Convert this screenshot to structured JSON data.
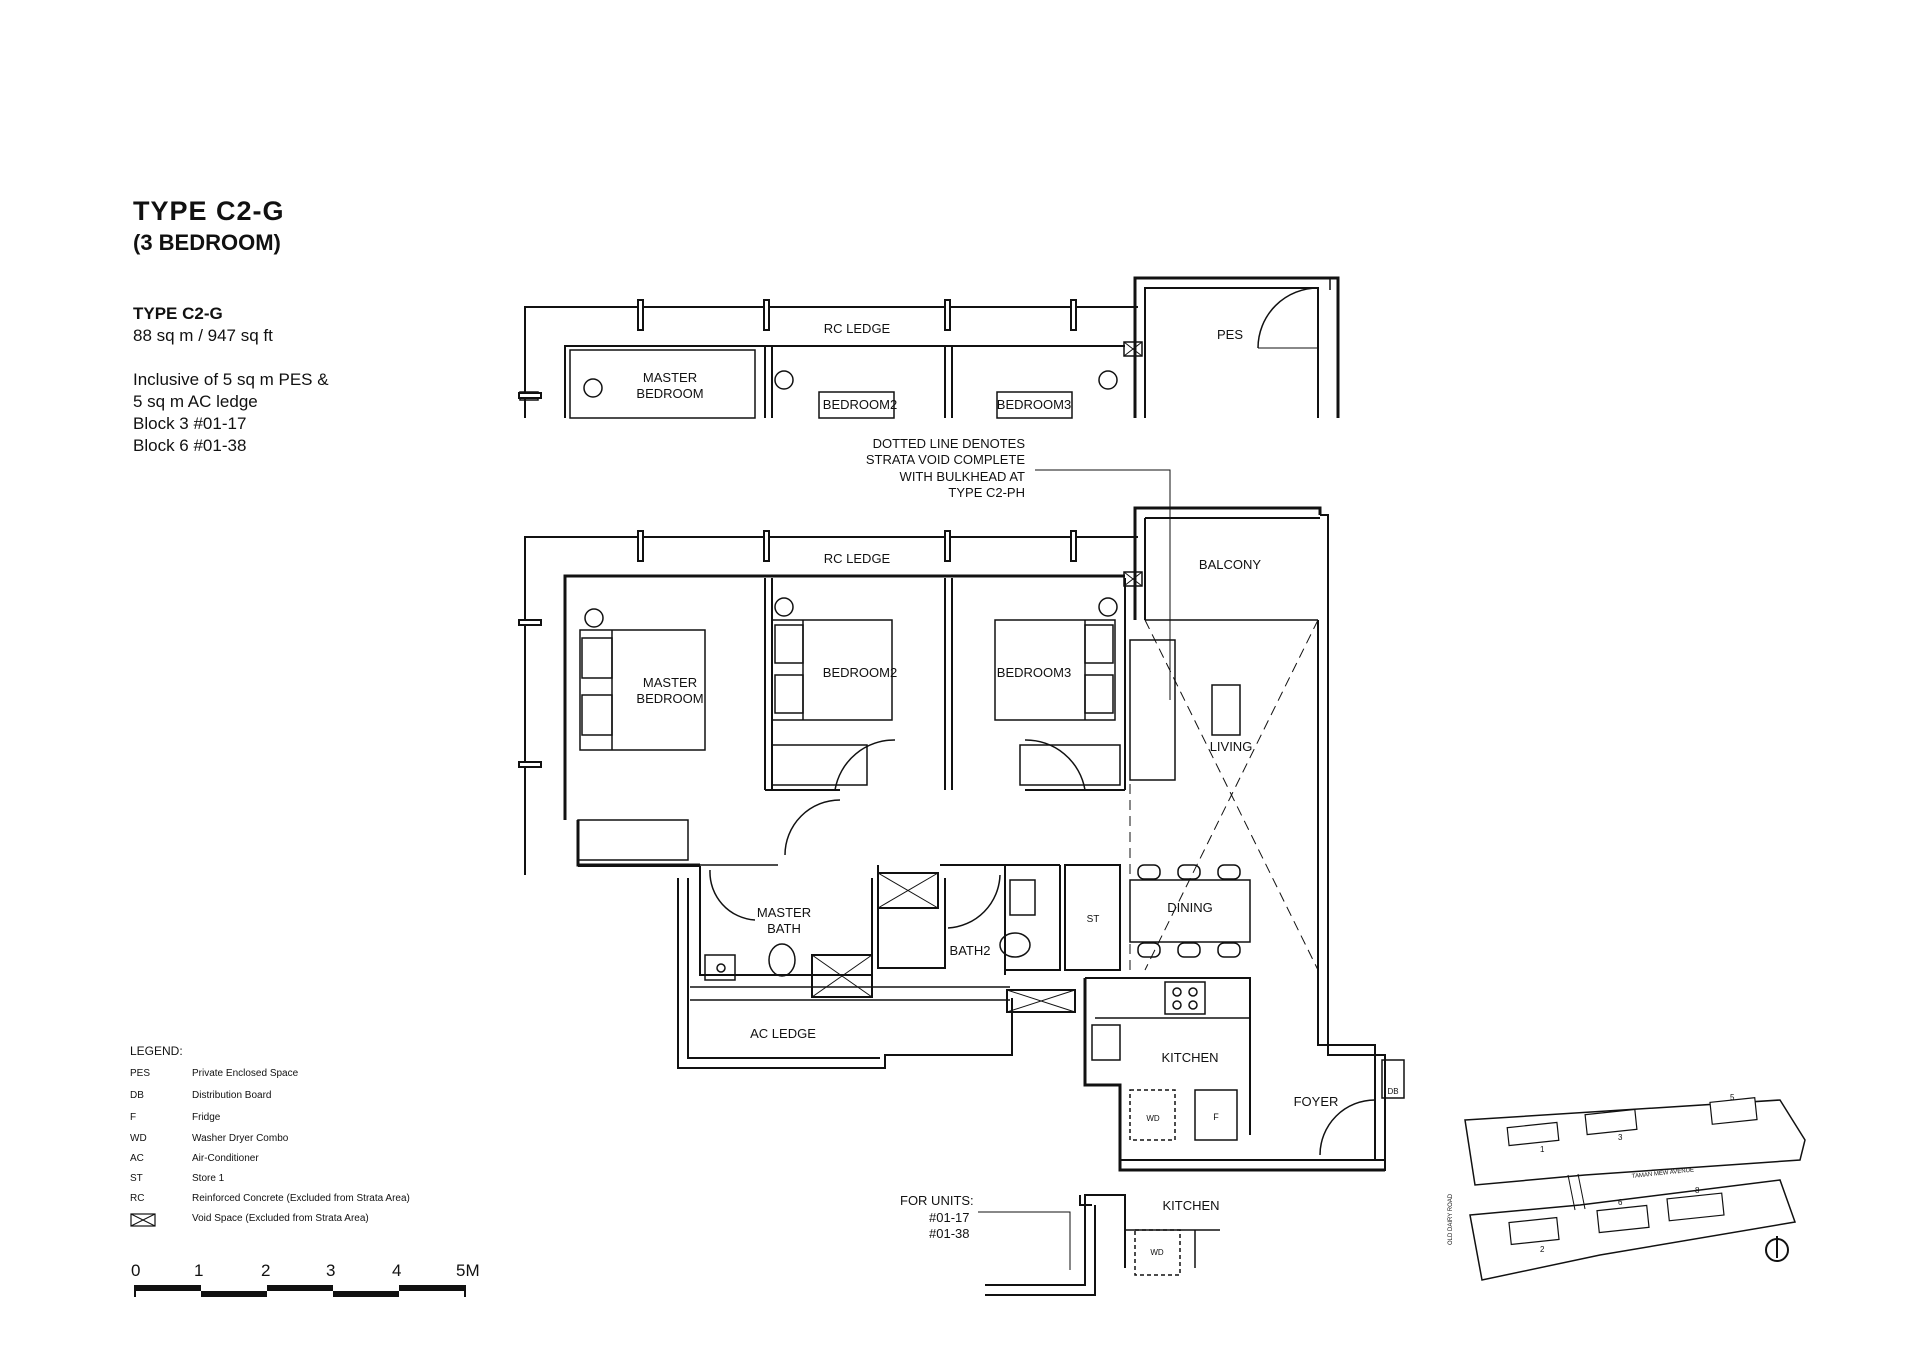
{
  "title": "TYPE  C2-G",
  "subtitle": "(3 BEDROOM)",
  "unit_info": {
    "type": "TYPE C2-G",
    "area": "88 sq m / 947 sq ft",
    "inclusive_line1": "Inclusive of 5 sq m PES &",
    "inclusive_line2": "5 sq m AC ledge",
    "block3": "Block 3  #01-17",
    "block6": "Block 6  #01-38"
  },
  "legend": {
    "heading": "LEGEND:",
    "items": [
      {
        "abbr": "PES",
        "desc": "Private Enclosed Space"
      },
      {
        "abbr": "DB",
        "desc": "Distribution Board"
      },
      {
        "abbr": "F",
        "desc": "Fridge"
      },
      {
        "abbr": "WD",
        "desc": "Washer Dryer Combo"
      },
      {
        "abbr": "AC",
        "desc": "Air-Conditioner"
      },
      {
        "abbr": "ST",
        "desc": "Store 1"
      },
      {
        "abbr": "RC",
        "desc": "Reinforced Concrete (Excluded from Strata Area)"
      },
      {
        "abbr": "",
        "desc": "Void Space (Excluded from Strata Area)"
      }
    ]
  },
  "scale": {
    "labels": [
      "0",
      "1",
      "2",
      "3",
      "4",
      "5M"
    ]
  },
  "plan_labels": {
    "rc_ledge": "RC LEDGE",
    "pes": "PES",
    "master_bedroom_1": "MASTER",
    "master_bedroom_2": "BEDROOM",
    "bedroom2": "BEDROOM2",
    "bedroom3": "BEDROOM3",
    "balcony": "BALCONY",
    "living": "LIVING",
    "dining": "DINING",
    "master_bath_1": "MASTER",
    "master_bath_2": "BATH",
    "bath2": "BATH2",
    "st": "ST",
    "ac_ledge": "AC LEDGE",
    "kitchen": "KITCHEN",
    "foyer": "FOYER",
    "db": "DB",
    "wd": "WD",
    "f": "F"
  },
  "note": {
    "line1": "DOTTED LINE DENOTES",
    "line2": "STRATA VOID COMPLETE",
    "line3": "WITH BULKHEAD AT",
    "line4": "TYPE C2-PH"
  },
  "for_units": {
    "label": "FOR UNITS:",
    "unit1": "#01-17",
    "unit2": "#01-38",
    "kitchen": "KITCHEN",
    "wd": "WD"
  },
  "site_plan": {
    "road": "TAMAN  MEW  AVENUE",
    "side_road": "OLD  DAIRY  ROAD",
    "blocks": [
      "1",
      "2",
      "3",
      "5",
      "6",
      "8"
    ]
  }
}
